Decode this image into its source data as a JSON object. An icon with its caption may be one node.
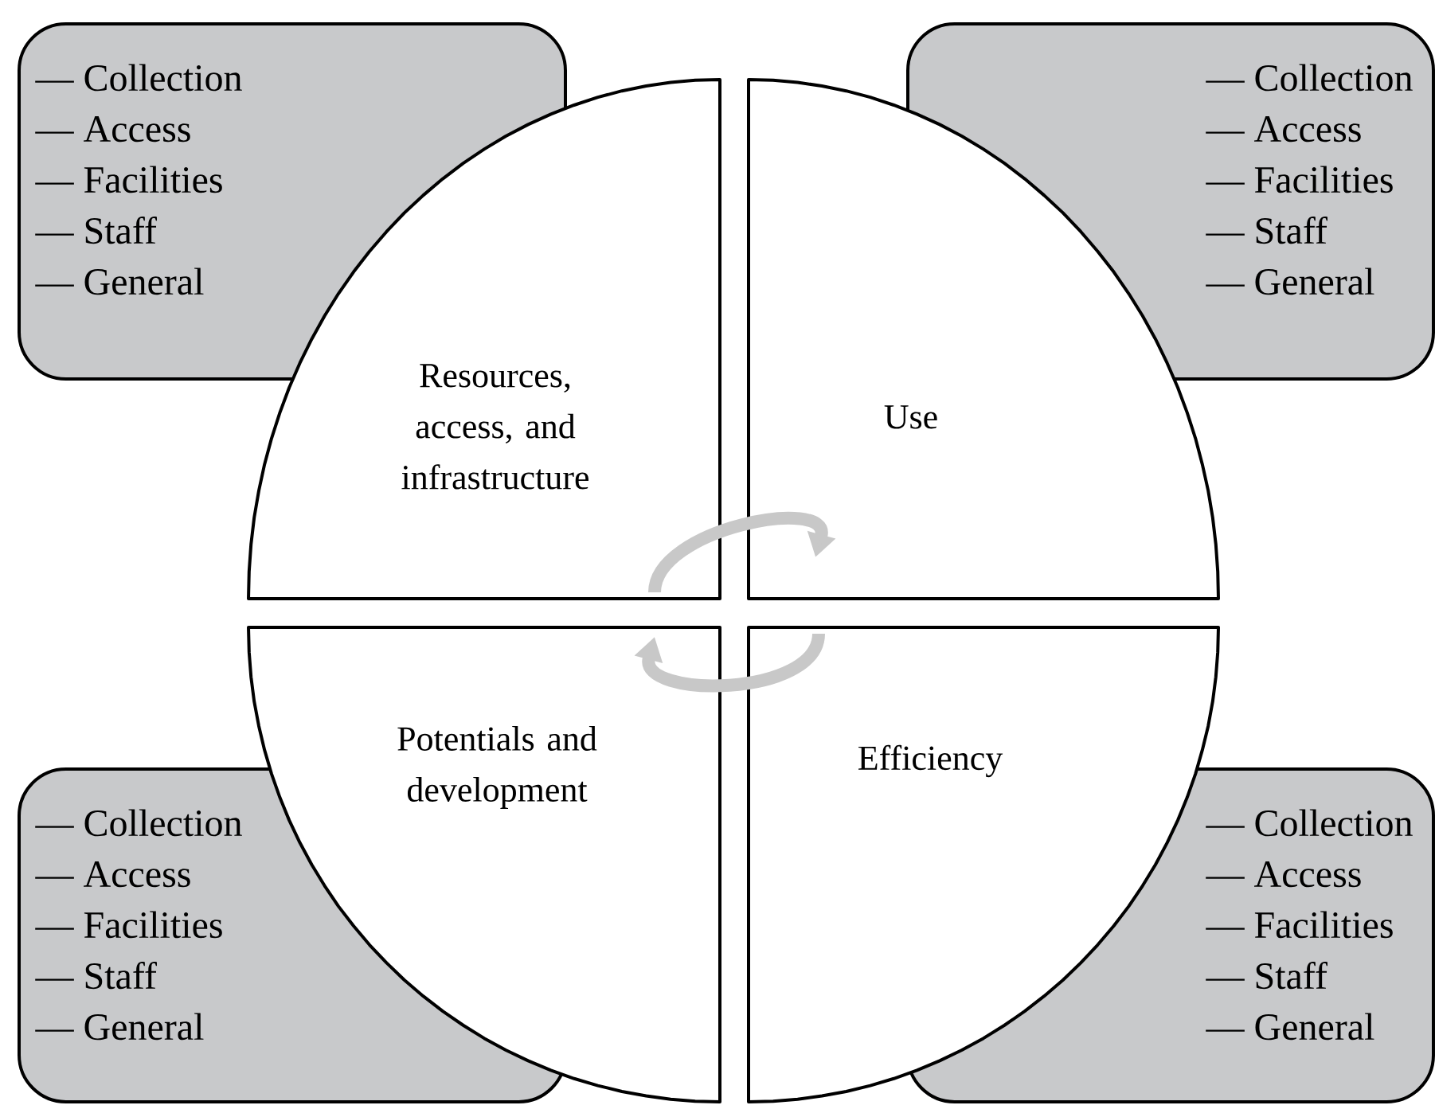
{
  "diagram": {
    "nodes": [
      {
        "text": [
          "— Collection",
          "— Access",
          "— Facilities",
          "— Staff",
          "— General"
        ]
      },
      {
        "text": [
          "— Collection",
          "— Access",
          "— Facilities",
          "— Staff",
          "— General"
        ]
      },
      {
        "text": [
          "Resources, access, and infrastructure"
        ]
      },
      {
        "text": [
          "Use"
        ]
      },
      {
        "text": [
          "Potentials and development"
        ]
      },
      {
        "text": [
          "Efficiency"
        ]
      },
      {
        "text": [
          "— Collection",
          "— Access",
          "— Facilities",
          "— Staff",
          "— General"
        ]
      },
      {
        "text": [
          "— Collection",
          "— Access",
          "— Facilities",
          "— Staff",
          "— General"
        ]
      }
    ],
    "edges": [
      {
        "from": 2,
        "to": 3,
        "arrow": "to"
      },
      {
        "from": 5,
        "to": 4,
        "arrow": "to"
      }
    ]
  }
}
